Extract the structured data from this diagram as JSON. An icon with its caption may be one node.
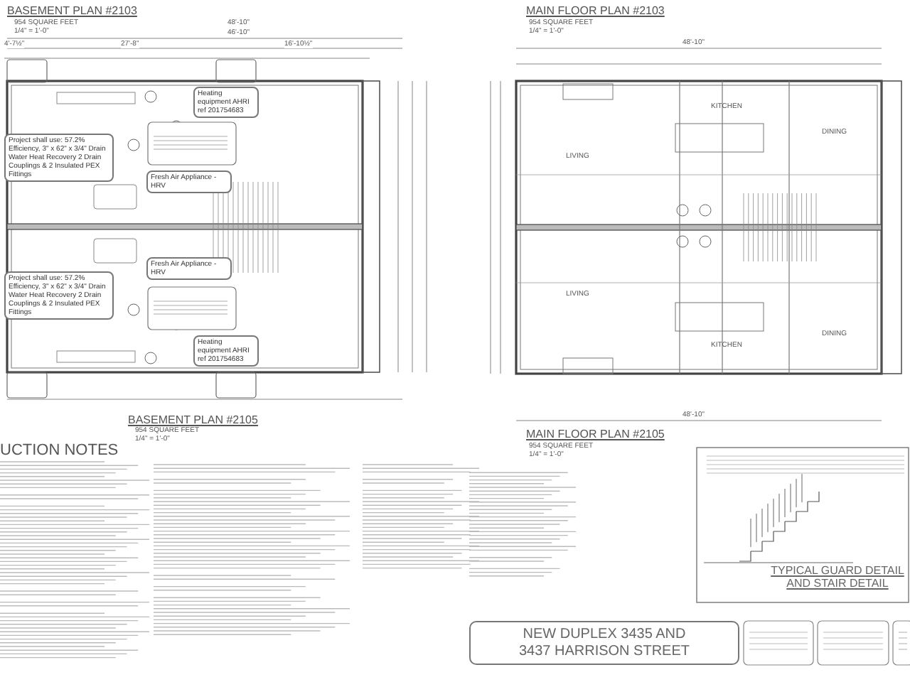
{
  "diagram": {
    "nodes": [
      {
        "text": [
          "Heating equipment AHRI ref 201754683"
        ]
      },
      {
        "text": [
          "Project shall use: 57.2% Efficiency, 3\" x 62\" x 3/4\" Drain Water Heat Recovery 2 Drain Couplings & 2 Insulated PEX Fittings"
        ]
      },
      {
        "text": [
          "Fresh Air Appliance - HRV"
        ]
      },
      {
        "text": [
          "Fresh Air Appliance - HRV"
        ]
      },
      {
        "text": [
          "Project shall use: 57.2% Efficiency, 3\" x 62\" x 3/4\" Drain Water Heat Recovery 2 Drain Couplings & 2 Insulated PEX Fittings"
        ]
      },
      {
        "text": [
          "Heating equipment AHRI ref 201754683"
        ]
      },
      {
        "text": [
          "NEW DUPLEX 3435 AND 3437 HARRISON STREET"
        ]
      },
      {
        "text": [
          "TYPICAL GUARD DETAIL AND STAIR DETAIL"
        ]
      }
    ],
    "labels": [
      "BASEMENT PLAN #2103",
      "954 SQUARE FEET",
      "1/4\" = 1'-0\"",
      "48'-10\"",
      "46'-10\"",
      "4'-7½\"",
      "27'-8\"",
      "16'-10½\"",
      "BASEMENT PLAN #2105",
      "954 SQUARE FEET",
      "1/4\" = 1'-0\"",
      "UCTION NOTES",
      "MAIN FLOOR PLAN #2103",
      "954 SQUARE FEET",
      "1/4\" = 1'-0\"",
      "48'-10\"",
      "LIVING",
      "KITCHEN",
      "DINING",
      "LIVING",
      "KITCHEN",
      "DINING",
      "MAIN FLOOR PLAN #2105",
      "954 SQUARE FEET",
      "1/4\" = 1'-0\"",
      "48'-10\""
    ]
  }
}
